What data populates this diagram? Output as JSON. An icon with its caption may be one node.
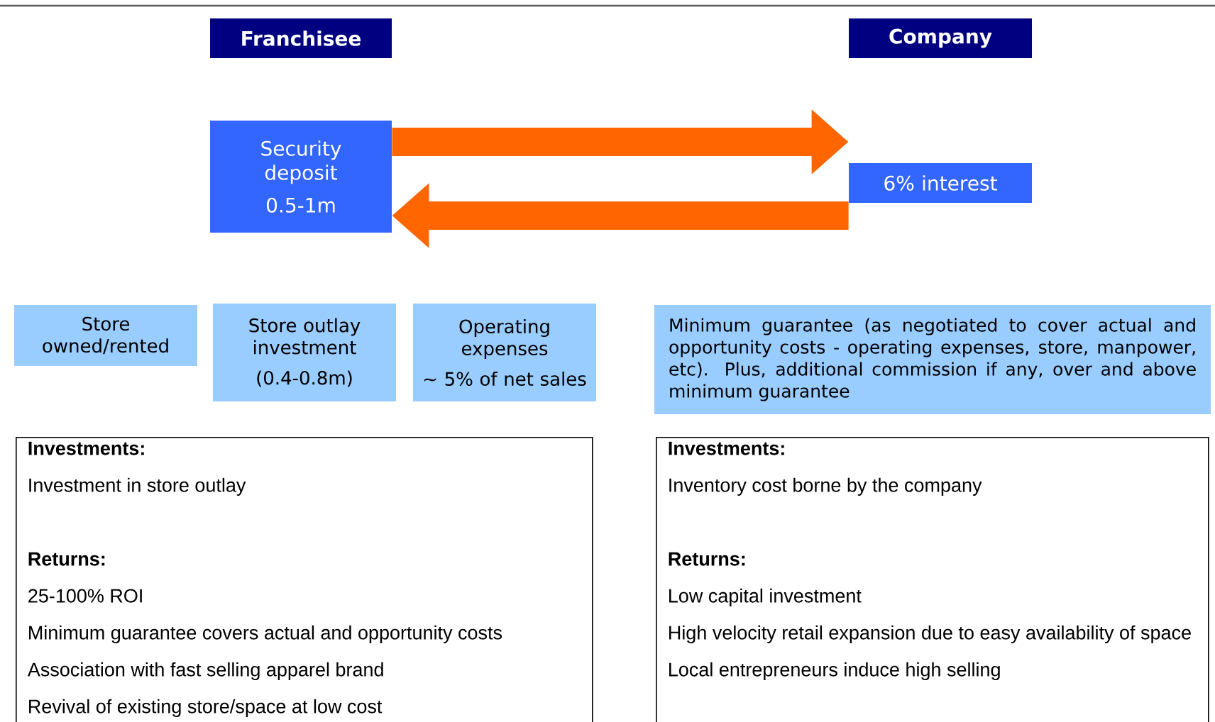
{
  "diagram": {
    "nodes": [
      {
        "text": [
          "Franchisee"
        ]
      },
      {
        "text": [
          "Company"
        ]
      },
      {
        "text": [
          "Security deposit",
          "0.5-1m"
        ]
      },
      {
        "text": [
          "6% interest"
        ]
      },
      {
        "text": [
          "Store owned/rented"
        ]
      },
      {
        "text": [
          "Store outlay investment",
          "(0.4-0.8m)"
        ]
      },
      {
        "text": [
          "Operating expenses",
          "~ 5% of net sales"
        ]
      },
      {
        "text": [
          "Minimum guarantee (as negotiated to cover actual and opportunity costs - operating expenses, store, manpower, etc). Plus, additional commission if any, over and above minimum guarantee"
        ]
      },
      {
        "text": [
          "Investments:",
          "Investment in store outlay",
          "Returns:",
          "25-100% ROI",
          "Minimum guarantee covers actual and opportunity costs",
          "Association with fast selling apparel brand",
          "Revival of existing store/space at low cost"
        ]
      },
      {
        "text": [
          "Investments:",
          "Inventory cost borne by the company",
          "Returns:",
          "Low capital investment",
          "High velocity retail expansion due to easy availability of space",
          "Local entrepreneurs induce high selling"
        ]
      }
    ],
    "edges": [
      {
        "from": 2,
        "to": 3,
        "arrow": "to"
      },
      {
        "from": 3,
        "to": 2,
        "arrow": "to"
      }
    ]
  }
}
